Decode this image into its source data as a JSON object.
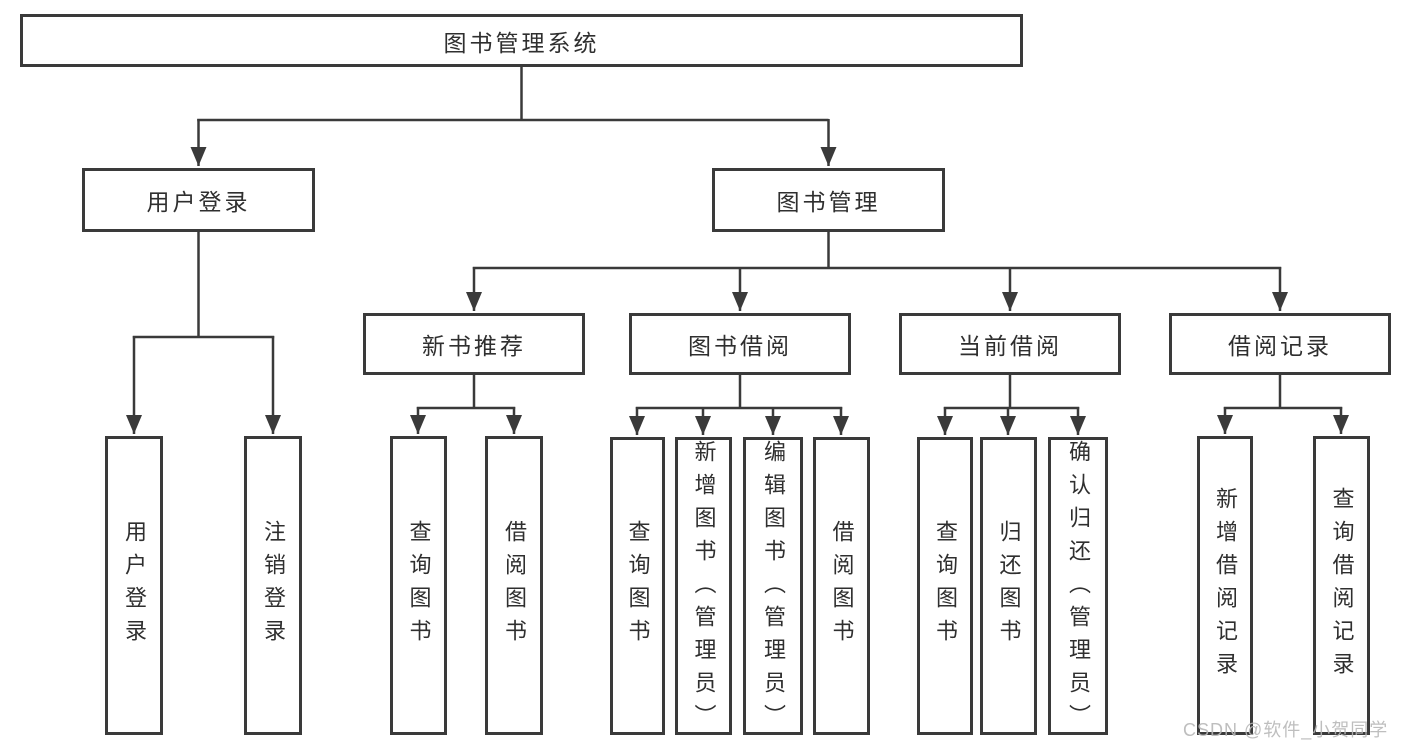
{
  "diagram": {
    "root": {
      "label": "图书管理系统"
    },
    "branches": [
      {
        "label": "用户登录",
        "children": [
          {
            "label": "用户登录"
          },
          {
            "label": "注销登录"
          }
        ]
      },
      {
        "label": "图书管理",
        "sections": [
          {
            "label": "新书推荐",
            "children": [
              {
                "label": "查询图书"
              },
              {
                "label": "借阅图书"
              }
            ]
          },
          {
            "label": "图书借阅",
            "children": [
              {
                "label": "查询图书"
              },
              {
                "label": "新增图书（管理员）"
              },
              {
                "label": "编辑图书（管理员）"
              },
              {
                "label": "借阅图书"
              }
            ]
          },
          {
            "label": "当前借阅",
            "children": [
              {
                "label": "查询图书"
              },
              {
                "label": "归还图书"
              },
              {
                "label": "确认归还（管理员）"
              }
            ]
          },
          {
            "label": "借阅记录",
            "children": [
              {
                "label": "新增借阅记录"
              },
              {
                "label": "查询借阅记录"
              }
            ]
          }
        ]
      }
    ]
  },
  "watermark": {
    "text": "CSDN @软件_小贺同学"
  },
  "colors": {
    "line": "#3a3a3a",
    "text": "#2f2f2f",
    "watermark": "#b8b8b8",
    "background": "#ffffff"
  }
}
